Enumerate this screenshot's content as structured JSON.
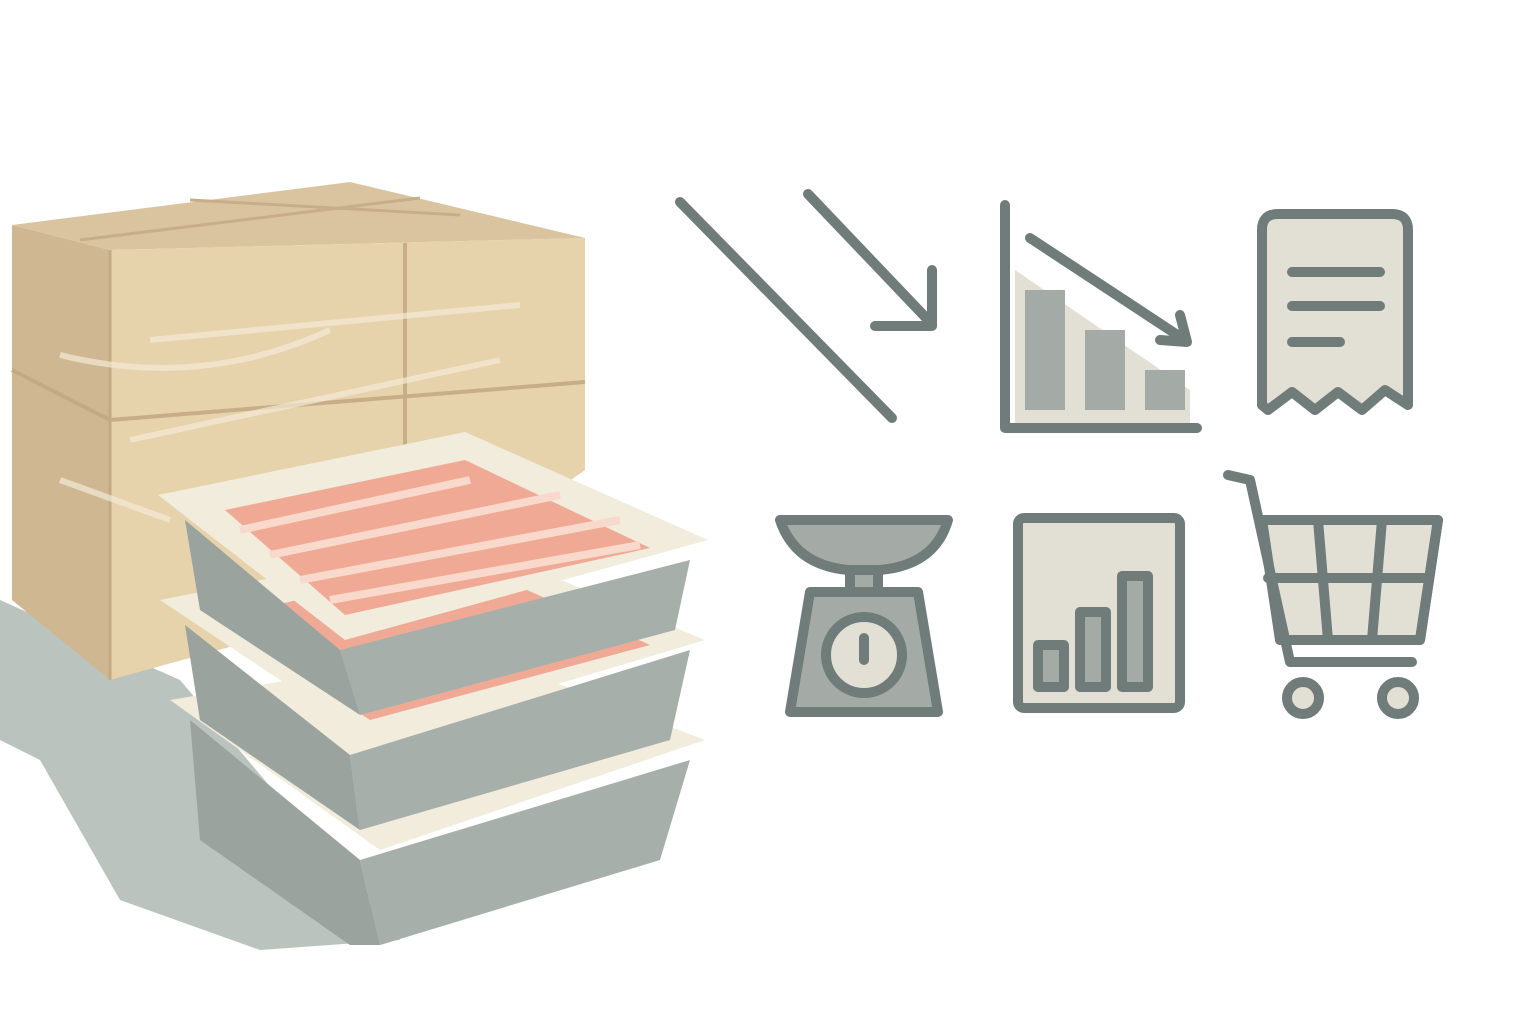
{
  "scene": {
    "subject": "packaged-meat-cost-reduction",
    "objects": [
      "cardboard-box",
      "meat-tray-stack"
    ],
    "icons": [
      "down-arrow-icon",
      "declining-bar-chart-icon",
      "receipt-icon",
      "kitchen-scale-icon",
      "rising-bar-chart-icon",
      "shopping-cart-icon"
    ]
  },
  "colors": {
    "icon_stroke": "#6f7c7a",
    "icon_fill_light": "#e2e0d4",
    "icon_fill_dark": "#a4aba6",
    "box_front": "#e6d2ab",
    "box_top": "#dac4a0",
    "box_side": "#cfb791",
    "tray": "#a7afaa",
    "tray_rim": "#f1ecdc",
    "meat": "#f0a995",
    "shadow": "#aab4af"
  }
}
